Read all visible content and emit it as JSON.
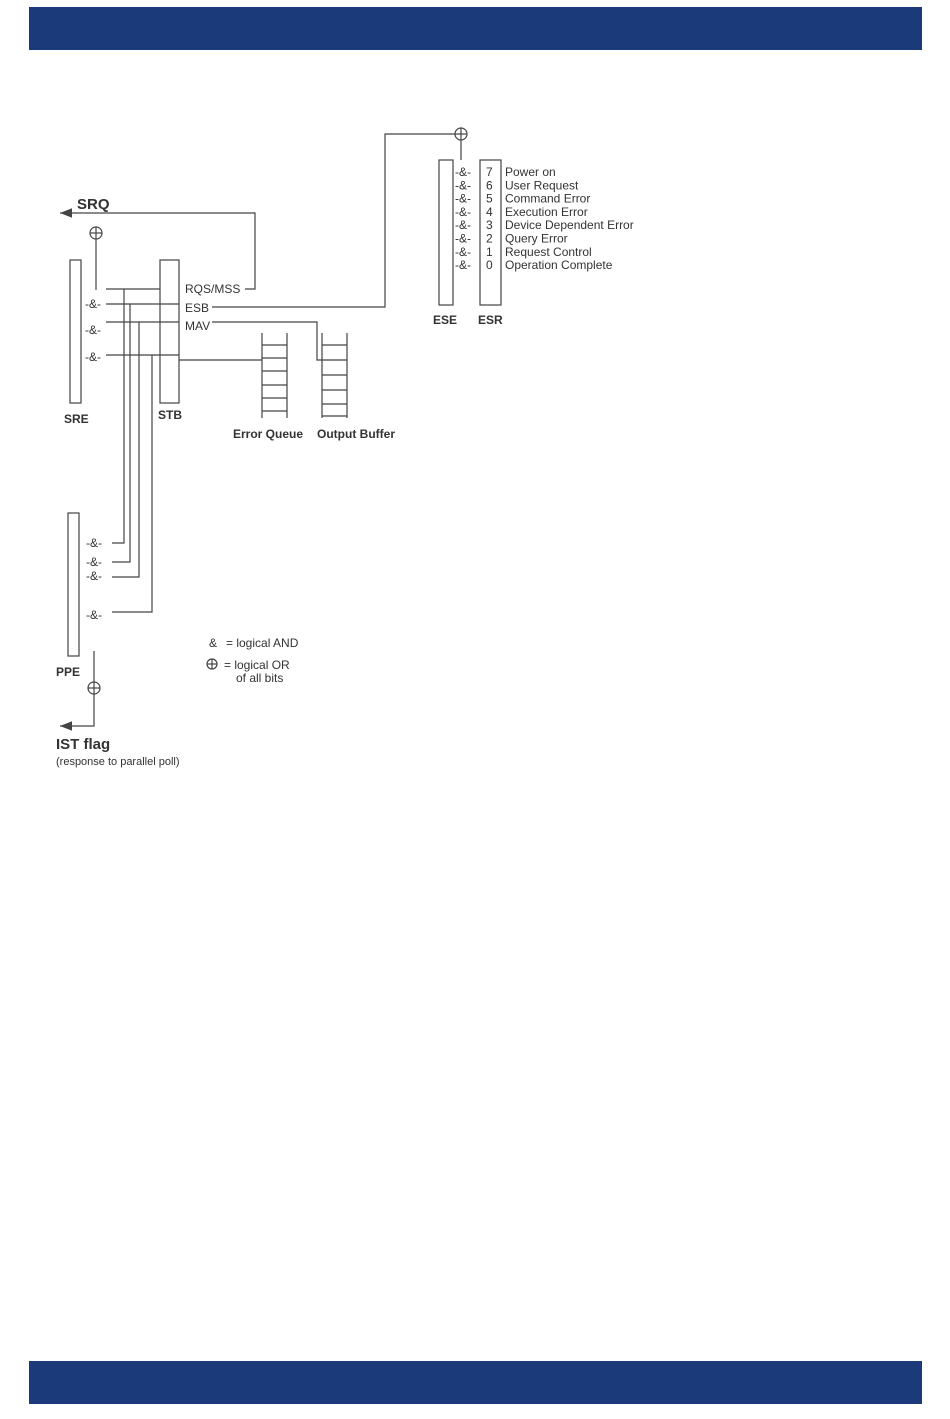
{
  "diagram": {
    "srq": "SRQ",
    "ist_flag": "IST flag",
    "ist_note": "(response to parallel poll)",
    "registers": {
      "sre": "SRE",
      "stb": "STB",
      "ppe": "PPE",
      "ese": "ESE",
      "esr": "ESR"
    },
    "stb_bits": [
      "RQS/MSS",
      "ESB",
      "MAV"
    ],
    "queues": {
      "error_queue": "Error Queue",
      "output_buffer": "Output Buffer"
    },
    "and_symbol": "-&-",
    "esr_bits": [
      {
        "num": "7",
        "label": "Power on"
      },
      {
        "num": "6",
        "label": "User Request"
      },
      {
        "num": "5",
        "label": "Command Error"
      },
      {
        "num": "4",
        "label": "Execution Error"
      },
      {
        "num": "3",
        "label": "Device Dependent Error"
      },
      {
        "num": "2",
        "label": "Query Error"
      },
      {
        "num": "1",
        "label": "Request Control"
      },
      {
        "num": "0",
        "label": "Operation Complete"
      }
    ],
    "legend": {
      "and_sym": "&",
      "and_text": "= logical AND",
      "or_text": "= logical OR",
      "or_text2": "of all bits"
    },
    "colors": {
      "band": "#1b3a7a",
      "line": "#444444"
    }
  }
}
